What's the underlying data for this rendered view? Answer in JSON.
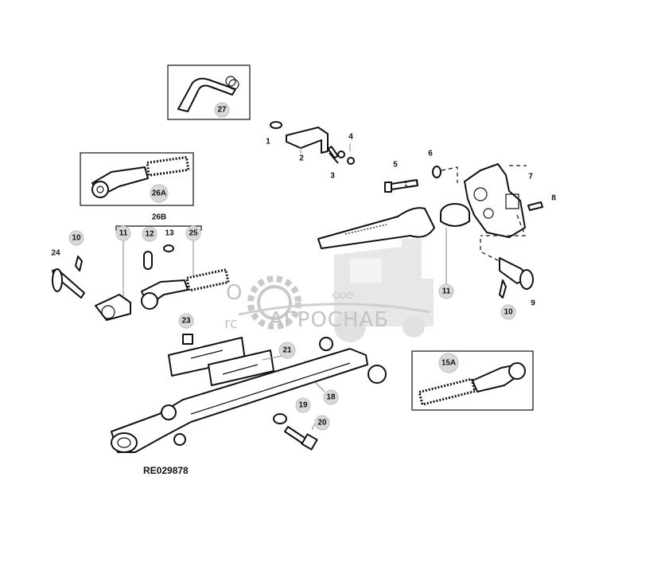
{
  "diagram": {
    "reference": "RE029878",
    "callouts": [
      {
        "id": "1",
        "label": "1"
      },
      {
        "id": "2",
        "label": "2"
      },
      {
        "id": "3",
        "label": "3"
      },
      {
        "id": "4",
        "label": "4"
      },
      {
        "id": "5",
        "label": "5"
      },
      {
        "id": "6",
        "label": "6"
      },
      {
        "id": "7",
        "label": "7"
      },
      {
        "id": "8",
        "label": "8"
      },
      {
        "id": "9",
        "label": "9"
      },
      {
        "id": "10a",
        "label": "10"
      },
      {
        "id": "10b",
        "label": "10"
      },
      {
        "id": "11a",
        "label": "11"
      },
      {
        "id": "11b",
        "label": "11"
      },
      {
        "id": "12",
        "label": "12"
      },
      {
        "id": "13",
        "label": "13"
      },
      {
        "id": "15A",
        "label": "15A"
      },
      {
        "id": "18",
        "label": "18"
      },
      {
        "id": "19",
        "label": "19"
      },
      {
        "id": "20",
        "label": "20"
      },
      {
        "id": "21",
        "label": "21"
      },
      {
        "id": "23",
        "label": "23"
      },
      {
        "id": "24",
        "label": "24"
      },
      {
        "id": "25",
        "label": "25"
      },
      {
        "id": "26A",
        "label": "26A"
      },
      {
        "id": "26B",
        "label": "26B"
      },
      {
        "id": "27",
        "label": "27"
      }
    ]
  },
  "watermark": {
    "brand": "АГРОСНАБ",
    "prefix": "ООО",
    "fragment_a": "О",
    "fragment_b": "rc"
  }
}
